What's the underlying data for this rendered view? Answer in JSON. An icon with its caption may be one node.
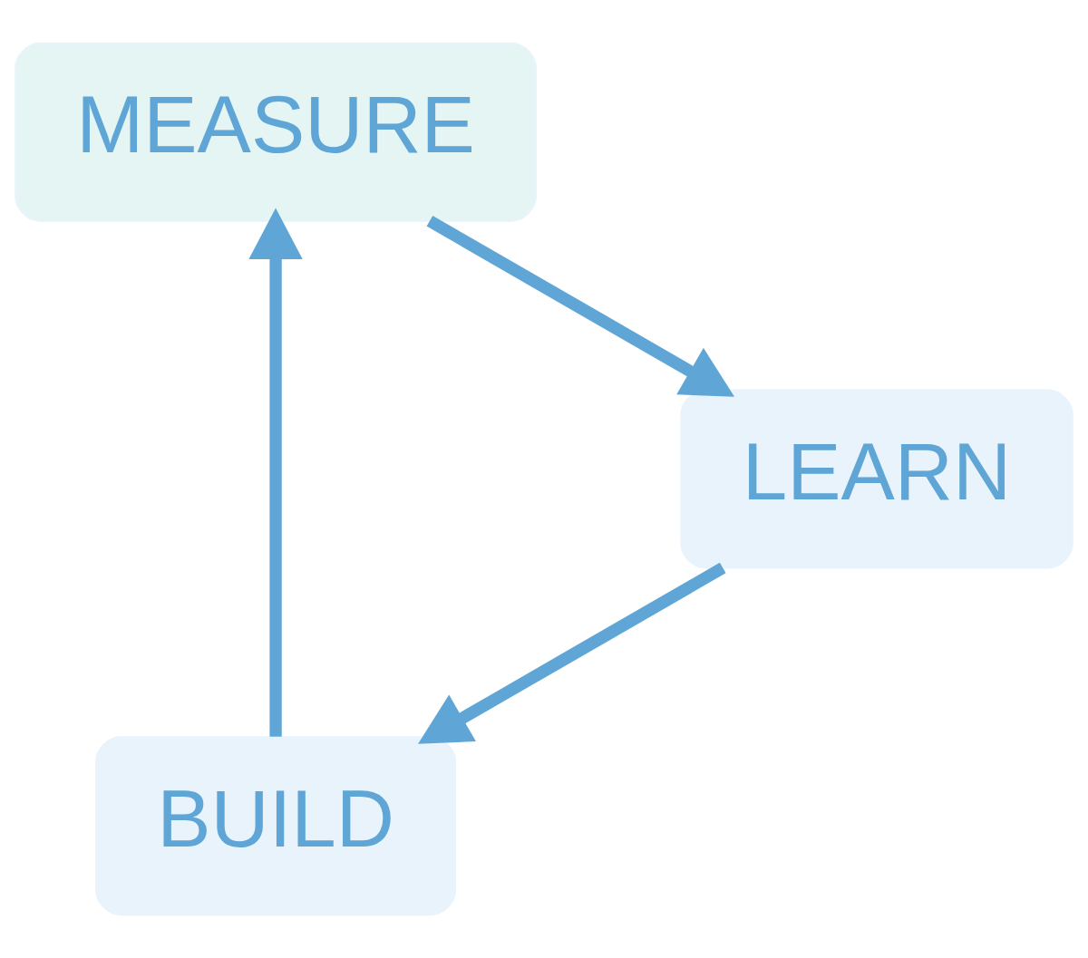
{
  "diagram": {
    "nodes": [
      {
        "text": [
          "BUILD"
        ]
      },
      {
        "text": [
          "MEASURE"
        ]
      },
      {
        "text": [
          "LEARN"
        ]
      }
    ],
    "edges": [
      {
        "from": 0,
        "to": 1,
        "arrow": "to"
      },
      {
        "from": 1,
        "to": 2,
        "arrow": "to"
      },
      {
        "from": 2,
        "to": 0,
        "arrow": "to"
      }
    ]
  }
}
